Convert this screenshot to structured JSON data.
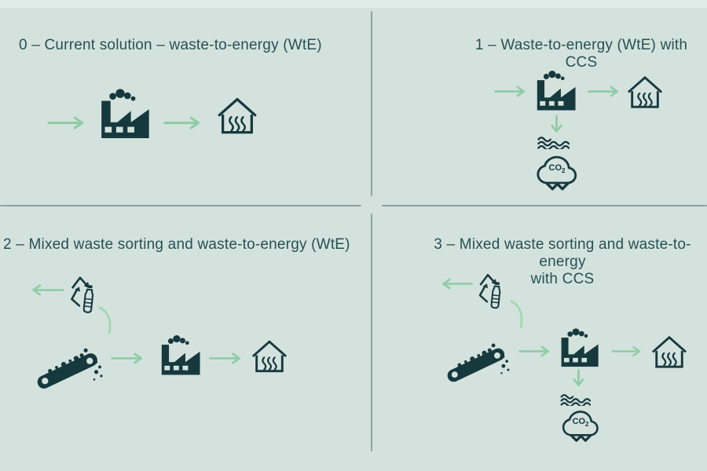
{
  "theme": {
    "bg": "#d4e2de",
    "bgtop": "#e3efe9",
    "icon": "#16393e",
    "text": "#265154",
    "arrow": "#8fcda6",
    "arc": "#9fd8b0",
    "divider": "#8ba39e"
  },
  "panels": [
    {
      "id": "0",
      "title": "0 – Current solution – waste-to-energy (WtE)",
      "lines": [
        "0 – Current solution – waste-to-energy (WtE)"
      ],
      "icons": [
        "arrow-right-icon",
        "factory-icon",
        "arrow-right-icon",
        "house-heat-icon"
      ]
    },
    {
      "id": "1",
      "title": "1 – Waste-to-energy (WtE) with CCS",
      "lines": [
        "1 – Waste-to-energy (WtE) with CCS"
      ],
      "icons": [
        "arrow-right-icon",
        "factory-icon",
        "arrow-right-icon",
        "house-heat-icon",
        "arrow-down-icon",
        "sea-waves-icon",
        "co2-cloud-icon"
      ]
    },
    {
      "id": "2",
      "title": "2 – Mixed waste sorting and waste-to-energy (WtE)",
      "lines": [
        "2 – Mixed waste sorting and waste-to-energy (WtE)"
      ],
      "icons": [
        "arrow-left-icon",
        "recycle-bottle-icon",
        "curve-connector",
        "conveyor-sorting-icon",
        "arrow-right-icon",
        "factory-icon",
        "arrow-right-icon",
        "house-heat-icon"
      ]
    },
    {
      "id": "3",
      "title": "3 – Mixed waste sorting and waste-to-energy with CCS",
      "lines": [
        "3 – Mixed waste sorting and waste-to-energy",
        "with CCS"
      ],
      "icons": [
        "arrow-left-icon",
        "recycle-bottle-icon",
        "curve-connector",
        "conveyor-sorting-icon",
        "arrow-right-icon",
        "factory-icon",
        "arrow-right-icon",
        "house-heat-icon",
        "arrow-down-icon",
        "sea-waves-icon",
        "co2-cloud-icon"
      ]
    }
  ],
  "labels": {
    "co2": "CO",
    "co2_sub": "2"
  }
}
